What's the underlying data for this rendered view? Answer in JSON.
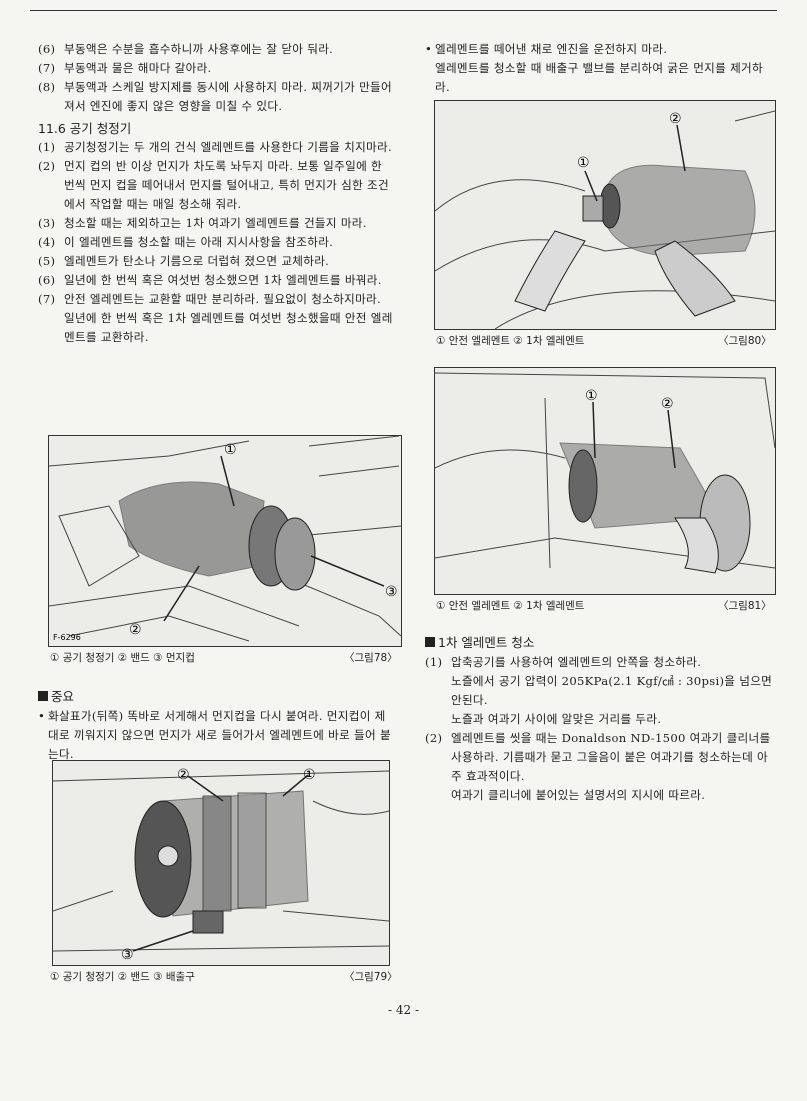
{
  "left_items": [
    {
      "num": "(6)",
      "text": "부동액은 수분을 흡수하니까 사용후에는 잘 닫아 둬라."
    },
    {
      "num": "(7)",
      "text": "부동액과 물은 해마다 갈아라."
    },
    {
      "num": "(8)",
      "text": "부동액과 스케일 방지제를 동시에 사용하지 마라. 찌꺼기가 만들어져서 엔진에 좋지 않은 영향을 미칠 수 있다."
    }
  ],
  "section_title": "11.6 공기 청정기",
  "section_items": [
    {
      "num": "(1)",
      "text": "공기청정기는 두 개의 건식 엘레멘트를 사용한다 기름을 치지마라."
    },
    {
      "num": "(2)",
      "text": "먼지 컵의 반 이상 먼지가 차도록 놔두지 마라. 보통 일주일에 한 번씩 먼지 컵을 떼어내서 먼지를 털어내고, 특히 먼지가 심한 조건에서 작업할 때는 매일 청소해 줘라."
    },
    {
      "num": "(3)",
      "text": "청소할 때는 제외하고는 1차 여과기 엘레멘트를 건들지 마라."
    },
    {
      "num": "(4)",
      "text": "이 엘레멘트를 청소할 때는 아래 지시사항을 참조하라."
    },
    {
      "num": "(5)",
      "text": "엘레멘트가 탄소나 기름으로 더럽혀 졌으면 교체하라."
    },
    {
      "num": "(6)",
      "text": "일년에 한 번씩 혹은 여섯번 청소했으면 1차 엘레멘트를 바꿔라."
    },
    {
      "num": "(7)",
      "text": "안전 엘레멘트는 교환할 때만 분리하라. 필요없이 청소하지마라.   일년에 한 번씩 혹은 1차 엘레멘트를 여섯번 청소했을때 안전 엘레멘트를 교환하라."
    }
  ],
  "fig78": {
    "caption": "① 공기 청정기 ② 밴드 ③ 먼지컵",
    "no": "〈그림78〉",
    "code": "F-6296",
    "m1": "①",
    "m2": "②",
    "m3": "③"
  },
  "important": {
    "title": "중요",
    "text": "화살표가(뒤쪽) 똑바로 서게해서 먼지컵을 다시 붙여라. 먼지컵이 제대로 끼워지지 않으면 먼지가 새로 들어가서 엘레멘트에 바로 들어 붙는다."
  },
  "fig79": {
    "caption": "① 공기 청정기 ② 밴드 ③ 배출구",
    "no": "〈그림79〉",
    "m1": "①",
    "m2": "②",
    "m3": "③"
  },
  "right_top": {
    "line1": "엘레멘트를 떼어낸 채로 엔진을 운전하지 마라.",
    "line2": "엘레멘트를 청소할 때 배출구 밸브를 분리하여 굵은 먼지를 제거하라."
  },
  "fig80": {
    "caption": "① 안전 엘레멘트 ② 1차 엘레멘트",
    "no": "〈그림80〉",
    "m1": "①",
    "m2": "②"
  },
  "fig81": {
    "caption": "① 안전 엘레멘트  ② 1차 엘레멘트",
    "no": "〈그림81〉",
    "m1": "①",
    "m2": "②"
  },
  "clean": {
    "title": "1차 엘레멘트 청소",
    "items": [
      {
        "num": "(1)",
        "text": "압축공기를 사용하여 엘레멘트의 안쪽을 청소하라."
      },
      {
        "num": "",
        "text": "노즐에서 공기 압력이 205KPa(2.1 Kgf/㎠ : 30psi)을 넘으면 안된다."
      },
      {
        "num": "",
        "text": "노즐과 여과기 사이에 알맞은 거리를 두라."
      },
      {
        "num": "(2)",
        "text": "엘레멘트를 씻을 때는 Donaldson ND-1500 여과기 클리너를 사용하라. 기름때가 묻고 그을음이 붙은 여과기를 청소하는데 아주 효과적이다."
      },
      {
        "num": "",
        "text": "여과기 클리너에 붙어있는 설명서의 지시에 따르라."
      }
    ]
  },
  "page_number": "- 42 -"
}
